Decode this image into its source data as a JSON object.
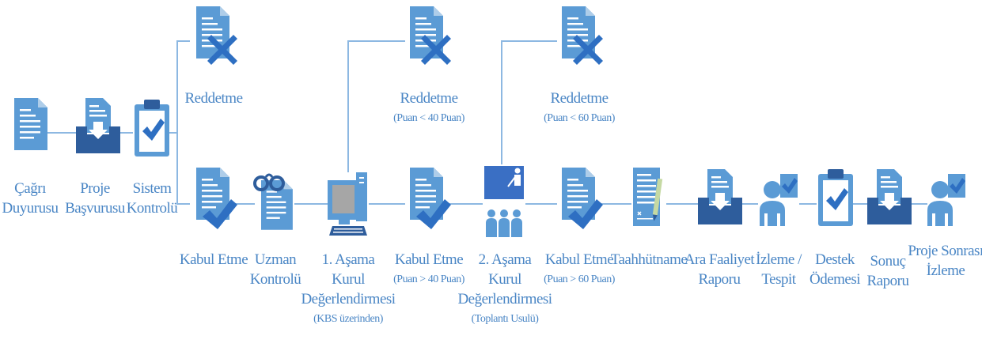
{
  "colors": {
    "primary": "#5b9bd5",
    "dark": "#2e5d9c",
    "accent": "#3a73c4",
    "line": "#7eaedc",
    "text": "#4a86c5"
  },
  "steps": {
    "cagri": {
      "line1": "Çağrı",
      "line2": "Duyurusu"
    },
    "proje": {
      "line1": "Proje",
      "line2": "Başvurusu"
    },
    "sistem": {
      "line1": "Sistem",
      "line2": "Kontrolü"
    },
    "red1": {
      "line1": "Reddetme"
    },
    "kabul1": {
      "line1": "Kabul Etme"
    },
    "uzman": {
      "line1": "Uzman",
      "line2": "Kontrolü"
    },
    "asama1": {
      "line1": "1. Aşama",
      "line2": "Kurul",
      "line3": "Değerlendirmesi",
      "note": "(KBS üzerinden)"
    },
    "red2": {
      "line1": "Reddetme",
      "note": "(Puan < 40 Puan)"
    },
    "kabul2": {
      "line1": "Kabul Etme",
      "note": "(Puan > 40 Puan)"
    },
    "asama2": {
      "line1": "2. Aşama",
      "line2": "Kurul",
      "line3": "Değerlendirmesi",
      "note": "(Toplantı Usulü)"
    },
    "red3": {
      "line1": "Reddetme",
      "note": "(Puan < 60 Puan)"
    },
    "kabul3": {
      "line1": "Kabul Etme",
      "note": "(Puan > 60 Puan)"
    },
    "taahhut": {
      "line1": "Taahhütname"
    },
    "ara": {
      "line1": "Ara Faaliyet",
      "line2": "Raporu"
    },
    "izleme": {
      "line1": "İzleme /",
      "line2": "Tespit"
    },
    "destek": {
      "line1": "Destek",
      "line2": "Ödemesi"
    },
    "sonuc": {
      "line1": "Sonuç",
      "line2": "Raporu"
    },
    "sonrasi": {
      "line1": "Proje Sonrası",
      "line2": "İzleme"
    }
  },
  "icons": {
    "cagri": "document-icon",
    "proje": "inbox-document-icon",
    "sistem": "clipboard-check-icon",
    "red": "document-x-icon",
    "kabul": "document-check-icon",
    "uzman": "glasses-document-icon",
    "asama1": "computer-icon",
    "asama2": "presentation-audience-icon",
    "taahhut": "contract-pen-icon",
    "ara": "inbox-document-icon",
    "izleme": "person-check-icon",
    "destek": "clipboard-check-icon",
    "sonuc": "inbox-document-icon",
    "sonrasi": "person-check-icon"
  }
}
